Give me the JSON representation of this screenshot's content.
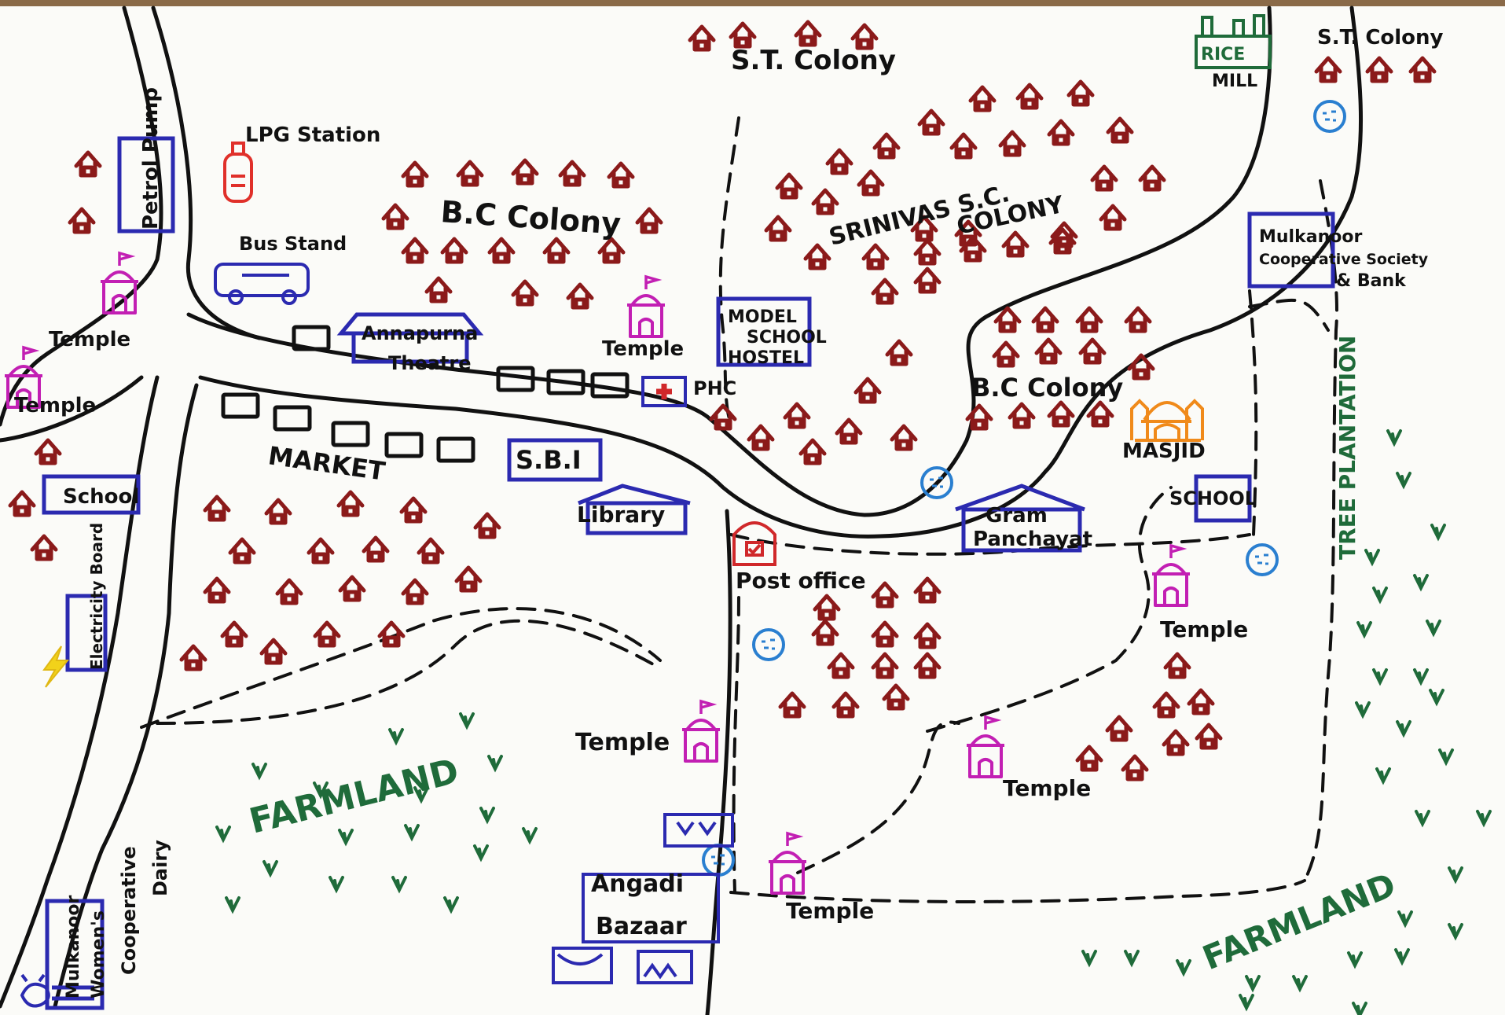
{
  "colors": {
    "road": "#111111",
    "house": "#8b1a1a",
    "temple": "#c21fb3",
    "building": "#2b2ab0",
    "farm": "#1f6b3a",
    "masjid": "#f08a1a",
    "well": "#2a7fd0",
    "lpg": "#e0302a",
    "post": "#d0282a",
    "electric": "#f2d21a",
    "paper": "#fbfbf8"
  },
  "labels": {
    "st_colony_top": "S.T. Colony",
    "st_colony_right": "S.T. Colony",
    "rice_mill_1": "RICE",
    "rice_mill_2": "MILL",
    "lpg_station": "LPG Station",
    "petrol_pump": "Petrol Pump",
    "bc_colony_top": "B.C Colony",
    "bus_stand": "Bus Stand",
    "srinivas_1": "SRINIVAS S.C.",
    "srinivas_2": "COLONY",
    "mulkanoor_1": "Mulkanoor",
    "mulkanoor_2": "Cooperative Society",
    "mulkanoor_3": "& Bank",
    "temple_left_1": "Temple",
    "temple_left_2": "Temple",
    "annapurna_1": "Annapurna",
    "annapurna_2": "Theatre",
    "temple_mid": "Temple",
    "model_1": "MODEL",
    "model_2": "SCHOOL",
    "model_3": "HOSTEL",
    "phc": "PHC",
    "bc_colony_right": "B.C Colony",
    "masjid": "MASJID",
    "tree_plantation": "TREE PLANTATION",
    "school_left": "School",
    "market": "MARKET",
    "sbi": "S.B.I",
    "library": "Library",
    "gram_1": "Gram",
    "gram_2": "Panchayat",
    "school_right": "SCHOOL",
    "post_office": "Post office",
    "electricity_board": "Electricity Board",
    "temple_right": "Temple",
    "temple_lower_mid": "Temple",
    "farmland_left": "FARMLAND",
    "temple_lower_right": "Temple",
    "dairy_1": "Mulkanoor",
    "dairy_2": "Women's",
    "dairy_3": "Cooperative",
    "dairy_4": "Dairy",
    "angadi_1": "Angadi",
    "angadi_2": "Bazaar",
    "temple_bottom": "Temple",
    "farmland_right": "FARMLAND"
  }
}
